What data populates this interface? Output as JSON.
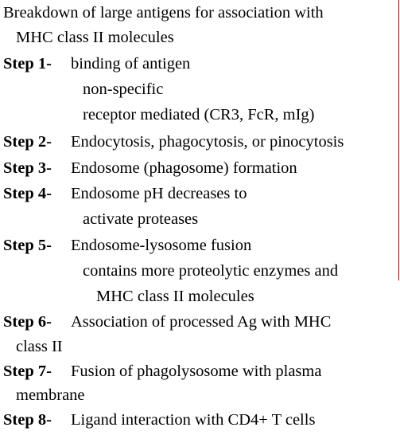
{
  "title": {
    "line1": "Breakdown of large antigens for association with",
    "line2": "MHC class II molecules"
  },
  "steps": [
    {
      "label": "Step 1-",
      "text": "binding of antigen"
    },
    {
      "label": "",
      "text": "non-specific"
    },
    {
      "label": "",
      "text": "receptor mediated (CR3, FcR, mIg)"
    },
    {
      "label": "Step 2-",
      "text": "Endocytosis, phagocytosis, or pinocytosis"
    },
    {
      "label": "Step 3-",
      "text": "Endosome (phagosome) formation"
    },
    {
      "label": "Step 4-",
      "text": "Endosome pH decreases to"
    },
    {
      "label": "",
      "text": "activate proteases"
    },
    {
      "label": "Step 5-",
      "text": "Endosome-lysosome fusion"
    },
    {
      "label": "",
      "text": "contains more proteolytic enzymes and"
    },
    {
      "label": "",
      "text": "MHC class II molecules"
    },
    {
      "label": "Step 6-",
      "text": "Association of processed Ag with MHC"
    },
    {
      "label": "",
      "text": "class II"
    },
    {
      "label": "Step 7-",
      "text": "Fusion of phagolysosome with plasma"
    },
    {
      "label": "",
      "text": "membrane"
    },
    {
      "label": "Step 8-",
      "text": "Ligand interaction with CD4+ T cells"
    }
  ],
  "colors": {
    "text": "#000000",
    "rule": "#c00000"
  }
}
